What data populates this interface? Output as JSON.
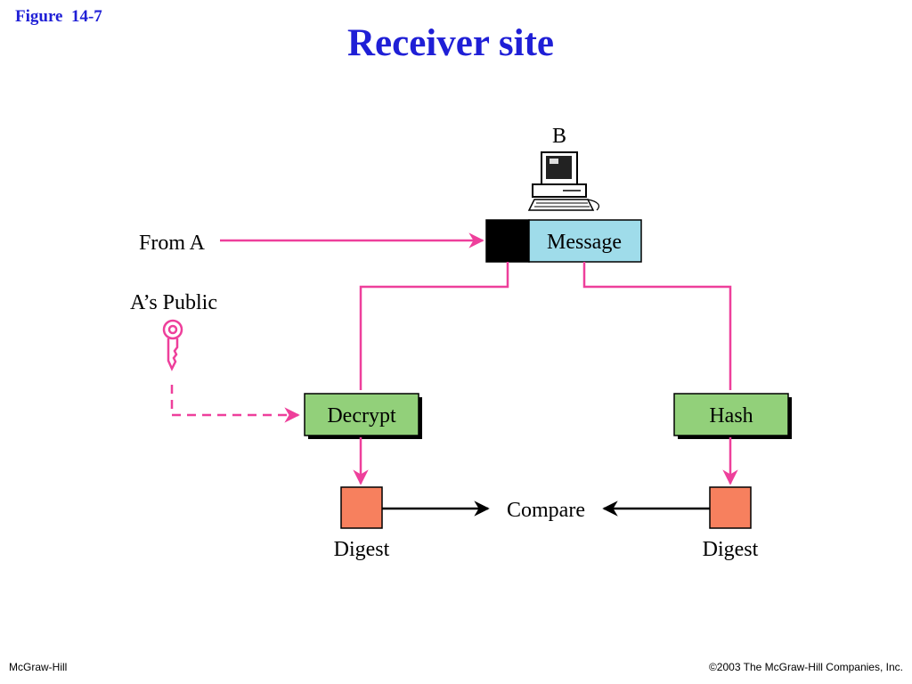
{
  "slide": {
    "figure_label": "Figure  14-7",
    "title": "Receiver site"
  },
  "diagram": {
    "computer_label": "B",
    "message_label": "Message",
    "from_label": "From A",
    "public_key_label": "A’s Public",
    "decrypt_label": "Decrypt",
    "hash_label": "Hash",
    "compare_label": "Compare",
    "digest_left_label": "Digest",
    "digest_right_label": "Digest"
  },
  "colors": {
    "title_blue": "#1f1fd6",
    "arrow_pink": "#ee3f9b",
    "message_fill": "#9fdcea",
    "signature_fill": "#000000",
    "process_fill": "#92d07a",
    "digest_fill": "#f7805e"
  },
  "footer": {
    "publisher": "McGraw-Hill",
    "copyright": "©2003 The McGraw-Hill Companies, Inc."
  }
}
